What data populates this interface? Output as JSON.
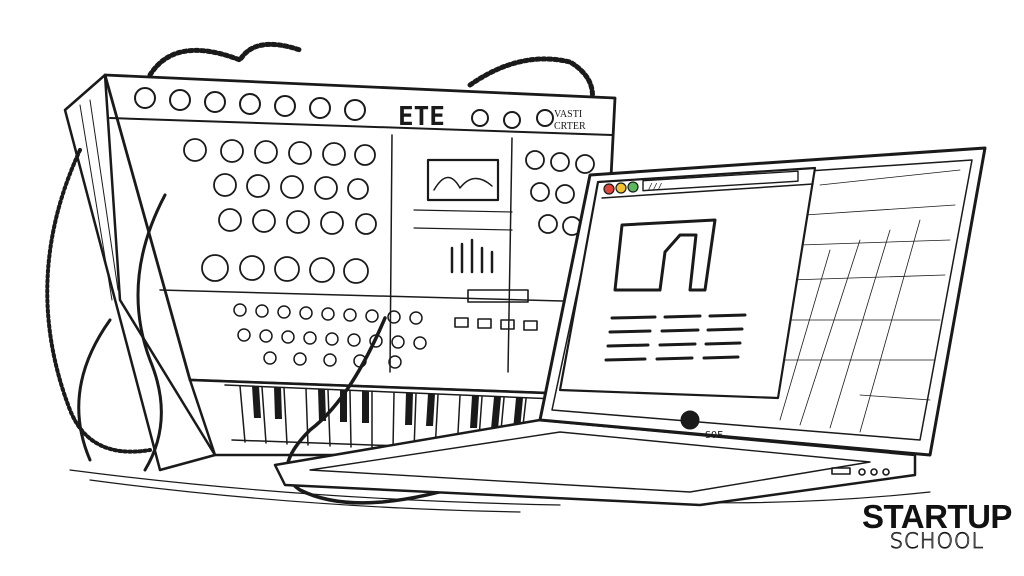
{
  "illustration": {
    "subject": "synthesizer-and-laptop",
    "style": "black ink sketch",
    "synth_panel_text": [
      "ETE",
      "VASTI",
      "CRTER"
    ],
    "laptop_badge_text": "SOF",
    "browser_address_text": "///",
    "colors": {
      "ink": "#1a1a1a",
      "paper": "#ffffff",
      "traffic_close": "#e0453a",
      "traffic_min": "#f1c232",
      "traffic_max": "#5cb85c"
    }
  },
  "brand": {
    "line1": "STARTUP",
    "line2": "SCHOOL"
  }
}
